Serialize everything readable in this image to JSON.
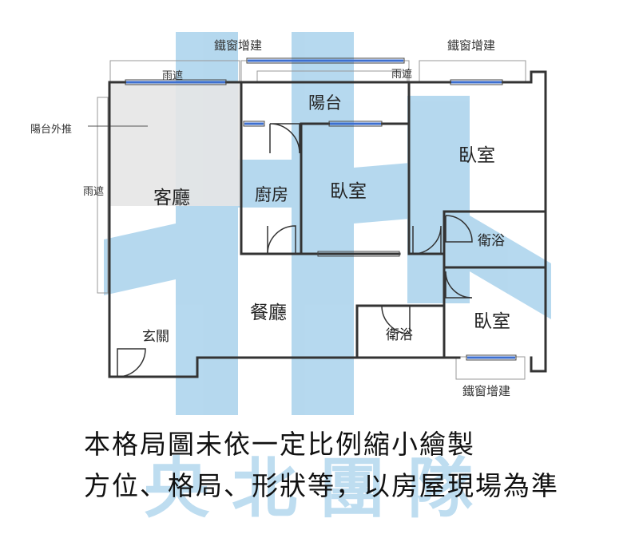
{
  "colors": {
    "wall": "#333333",
    "window": "#3d6fd0",
    "watermark": "#a9d2ec",
    "shade": "#e6e6e6",
    "text": "#222222"
  },
  "labels": {
    "iron_window_top_center": "鐵窗增建",
    "iron_window_top_right": "鐵窗增建",
    "iron_window_bottom": "鐵窗增建",
    "awning_top_left": "雨遮",
    "awning_top_right": "雨遮",
    "awning_left": "雨遮",
    "balcony_extension": "陽台外推",
    "balcony": "陽台",
    "living_room": "客廳",
    "kitchen": "廚房",
    "bedroom_center": "臥室",
    "bedroom_right_top": "臥室",
    "bathroom_right": "衛浴",
    "bedroom_right_bottom": "臥室",
    "dining_room": "餐廳",
    "entrance": "玄關",
    "bathroom_center": "衛浴"
  },
  "disclaimer": {
    "line1": "本格局圖未依一定比例縮小繪製",
    "line2": "方位、格局、形狀等，以房屋現場為準"
  },
  "watermark": {
    "text": "央北團隊",
    "icon": "building-logo-icon"
  }
}
